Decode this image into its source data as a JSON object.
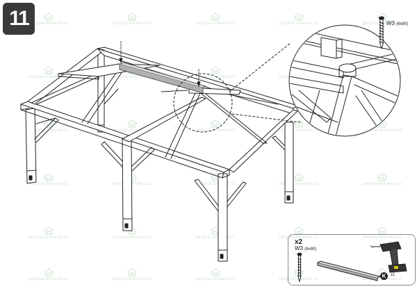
{
  "step": {
    "number": "11"
  },
  "detail_screw": {
    "code": "W3",
    "size": "(6x80)"
  },
  "parts_box": {
    "quantity": "x2",
    "screw_code": "W3",
    "screw_size": "(6x80)",
    "tool_label": "K",
    "tool_qty": "x1"
  },
  "watermark": {
    "text": "pergola-drevena.cz"
  },
  "colors": {
    "line": "#222222",
    "badge": "#3a3a3a",
    "highlight_beam": "#9a9a9a",
    "watermark": "#cfe3d1"
  }
}
